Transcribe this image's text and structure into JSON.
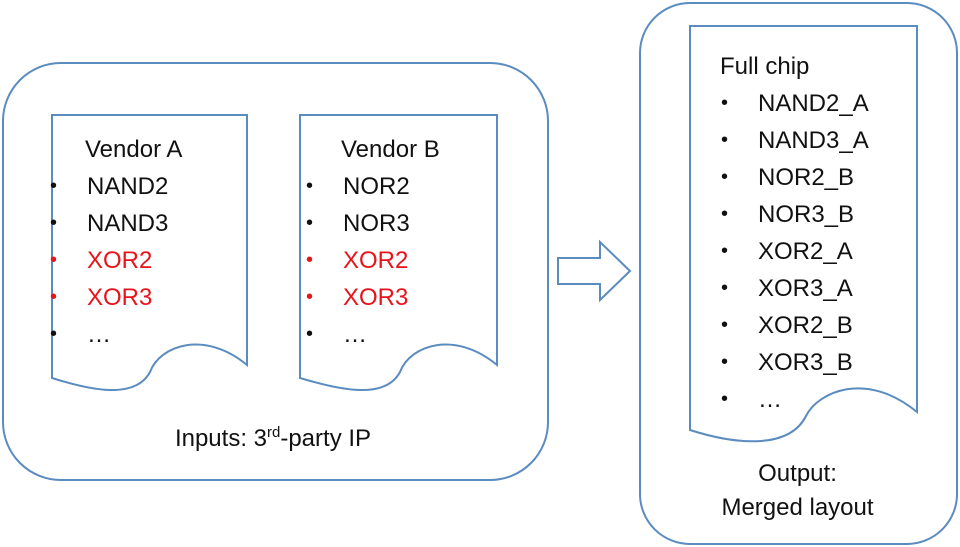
{
  "colors": {
    "stroke": "#5b8cc0",
    "text": "#111111",
    "highlight": "#e8141b"
  },
  "inputs": {
    "caption_prefix": "Inputs: 3",
    "caption_sup": "rd",
    "caption_suffix": "-party IP",
    "vendor_a": {
      "title": "Vendor A",
      "items": [
        {
          "label": "NAND2",
          "highlight": false
        },
        {
          "label": "NAND3",
          "highlight": false
        },
        {
          "label": "XOR2",
          "highlight": true
        },
        {
          "label": "XOR3",
          "highlight": true
        },
        {
          "label": "…",
          "highlight": false
        }
      ]
    },
    "vendor_b": {
      "title": "Vendor B",
      "items": [
        {
          "label": "NOR2",
          "highlight": false
        },
        {
          "label": "NOR3",
          "highlight": false
        },
        {
          "label": "XOR2",
          "highlight": true
        },
        {
          "label": "XOR3",
          "highlight": true
        },
        {
          "label": "…",
          "highlight": false
        }
      ]
    }
  },
  "output": {
    "caption_line1": "Output:",
    "caption_line2": "Merged layout",
    "full_chip": {
      "title": "Full chip",
      "items": [
        {
          "label": "NAND2_A",
          "highlight": false
        },
        {
          "label": "NAND3_A",
          "highlight": false
        },
        {
          "label": "NOR2_B",
          "highlight": false
        },
        {
          "label": "NOR3_B",
          "highlight": false
        },
        {
          "label": "XOR2_A",
          "highlight": false
        },
        {
          "label": "XOR3_A",
          "highlight": false
        },
        {
          "label": "XOR2_B",
          "highlight": false
        },
        {
          "label": "XOR3_B",
          "highlight": false
        },
        {
          "label": "…",
          "highlight": false
        }
      ]
    }
  }
}
